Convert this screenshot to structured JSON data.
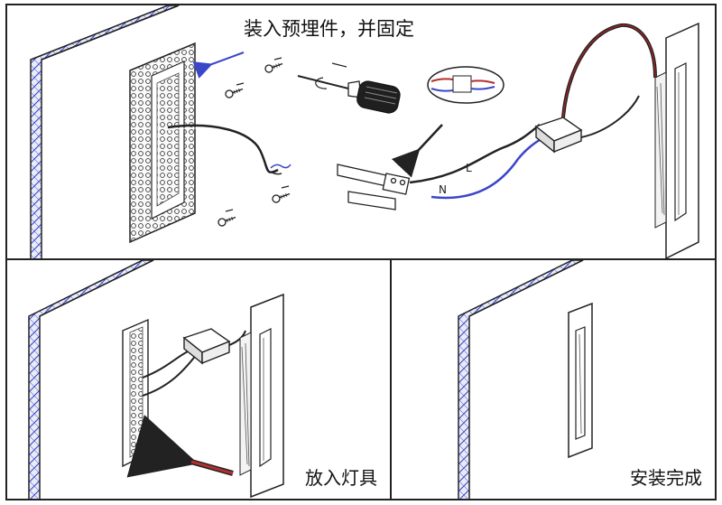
{
  "steps": [
    {
      "caption": "装入预埋件，并固定"
    },
    {
      "caption": "放入灯具"
    },
    {
      "caption": "安装完成"
    }
  ],
  "wire_labels": {
    "live": "L",
    "neutral": "N"
  }
}
